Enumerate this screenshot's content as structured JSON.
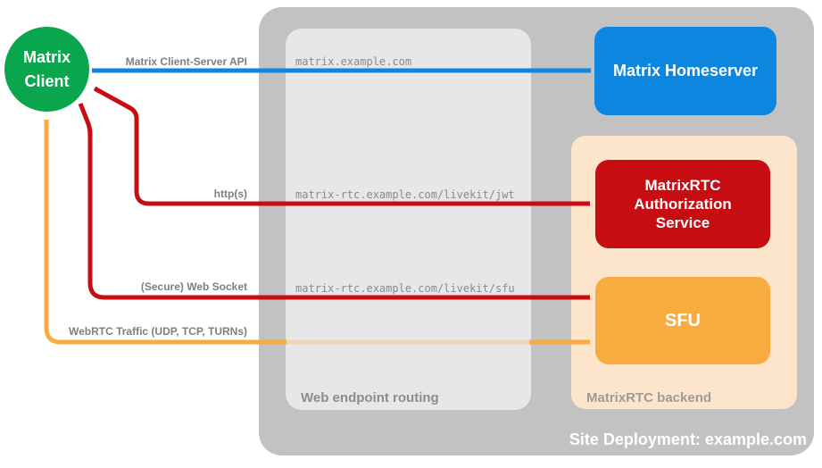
{
  "nodes": {
    "client": {
      "line1": "Matrix",
      "line2": "Client",
      "color": "#0AA64E"
    },
    "homeserver": {
      "label": "Matrix Homeserver",
      "color": "#0D86DF"
    },
    "auth_service": {
      "label": "MatrixRTC Authorization Service",
      "color": "#C80D12"
    },
    "sfu": {
      "label": "SFU",
      "color": "#FAAB40"
    }
  },
  "groups": {
    "site_deployment": {
      "label": "Site Deployment: example.com",
      "color": "#C2C2C2"
    },
    "web_endpoint_routing": {
      "label": "Web endpoint routing",
      "color": "#E9E9E9"
    },
    "matrixrtc_backend": {
      "label": "MatrixRTC backend",
      "color": "#FDE5CB"
    }
  },
  "endpoints": [
    "matrix.example.com",
    "matrix-rtc.example.com/livekit/jwt",
    "matrix-rtc.example.com/livekit/sfu"
  ],
  "arrows": {
    "client_server_api": {
      "label": "Matrix Client-Server API",
      "color": "#0D86DF",
      "direction": "bidirectional"
    },
    "https": {
      "label": "http(s)",
      "color": "#C80D12",
      "direction": "bidirectional"
    },
    "web_socket": {
      "label": "(Secure) Web Socket",
      "color": "#C80D12",
      "direction": "bidirectional"
    },
    "webrtc": {
      "label": "WebRTC Traffic (UDP, TCP, TURNs)",
      "color": "#FAAB40",
      "direction": "bidirectional"
    }
  }
}
